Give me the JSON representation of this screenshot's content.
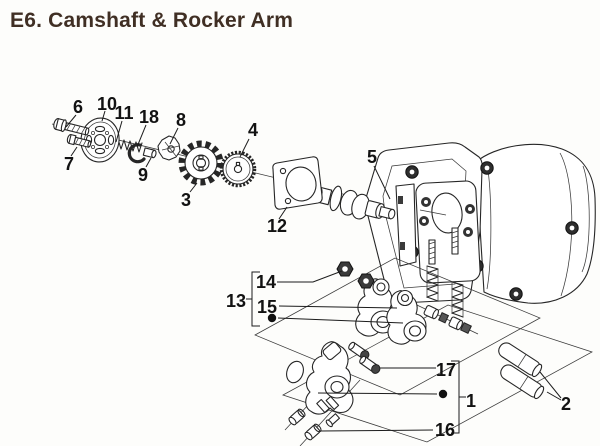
{
  "title": "E6. Camshaft & Rocker Arm",
  "colors": {
    "background": "#fdfdfb",
    "ink": "#262626",
    "label_ink": "#121212",
    "title_ink": "#402f24",
    "bolt_hole_fill": "#2e2e2e"
  },
  "callouts": {
    "n1": "1",
    "n2": "2",
    "n3": "3",
    "n4": "4",
    "n5": "5",
    "n6": "6",
    "n7": "7",
    "n8": "8",
    "n9": "9",
    "n10": "10",
    "n11": "11",
    "n12": "12",
    "n13": "13",
    "n14": "14",
    "n15": "15",
    "n16": "16",
    "n17": "17",
    "n18": "18"
  }
}
